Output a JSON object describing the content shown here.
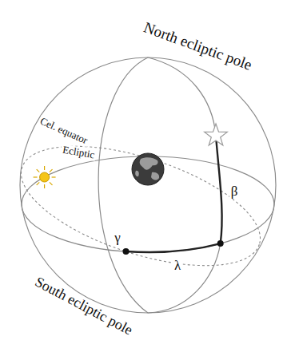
{
  "diagram": {
    "labels": [
      "North ecliptic pole",
      "Cel. equator",
      "Ecliptic",
      "γ",
      "β",
      "λ",
      "South ecliptic pole"
    ]
  }
}
